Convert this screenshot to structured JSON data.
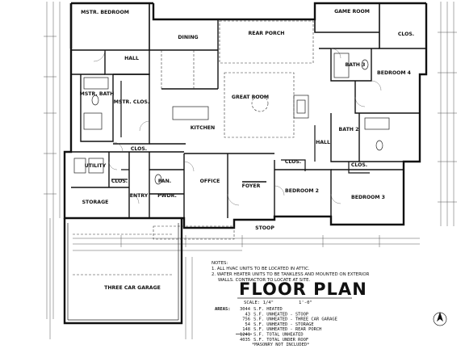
{
  "rooms": {
    "mstr_bedroom": "MSTR. BEDROOM",
    "dining": "DINING",
    "rear_porch": "REAR PORCH",
    "game_room": "GAME ROOM",
    "clos_a": "CLOS.",
    "hall_a": "HALL",
    "mstr_bath": "MSTR. BATH",
    "bath3": "BATH 3",
    "bedroom4": "BEDROOM 4",
    "mstr_clos": "MSTR. CLOS.",
    "great_room": "GREAT ROOM",
    "kitchen": "KITCHEN",
    "bath2": "BATH 2",
    "hall_b": "HALL",
    "clos_b": "CLOS.",
    "utility": "UTILITY",
    "clos_c": "CLOS.",
    "pan": "PAN.",
    "office": "OFFICE",
    "foyer": "FOYER",
    "clos_d": "CLOS.",
    "clos_e": "CLOS.",
    "bedroom2": "BEDROOM 2",
    "bedroom3": "BEDROOM 3",
    "entry": "ENTRY",
    "pwdr": "PWDR.",
    "storage": "STORAGE",
    "stoop": "STOOP",
    "three_car_garage": "THREE CAR GARAGE"
  },
  "notes": {
    "heading": "NOTES:",
    "line1": "1. ALL HVAC UNITS TO BE LOCATED IN ATTIC.",
    "line2": "2. WATER HEATER UNITS TO BE TANKLESS AND MOUNTED ON EXTERIOR",
    "line3": "WALLS. CONTRACTOR TO LOCATE AT SITE."
  },
  "title_block": {
    "title": "FLOOR PLAN",
    "scale_label": "SCALE: 1/4\"",
    "scale_value": "1'-0\"",
    "areas_label": "AREAS:"
  },
  "areas": [
    {
      "value": "3044",
      "label": "S.F. HEATED"
    },
    {
      "value": "43",
      "label": "S.F. UNHEATED - STOOP"
    },
    {
      "value": "756",
      "label": "S.F. UNHEATED - THREE CAR GARAGE"
    },
    {
      "value": "54",
      "label": "S.F. UNHEATED - STORAGE"
    },
    {
      "value": "148",
      "label": "S.F. UNHEATED - REAR PORCH"
    },
    {
      "value": "1241",
      "label": "S.F. TOTAL UNHEATED"
    },
    {
      "value": "4035",
      "label": "S.F. TOTAL UNDER ROOF"
    }
  ],
  "masonry_note": "*MASONRY NOT INCLUDED*"
}
